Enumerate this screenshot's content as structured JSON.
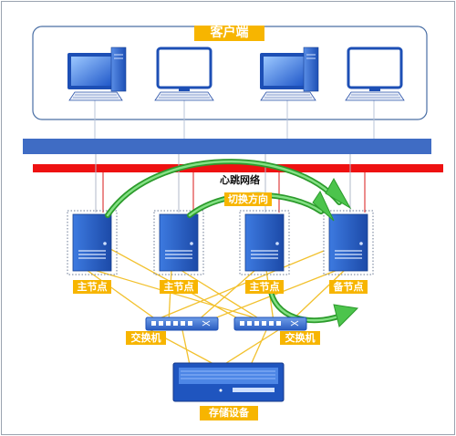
{
  "labels": {
    "client_area": "客户端",
    "heartbeat_network": "心跳网络",
    "switch_direction": "切换方向",
    "main_node": "主节点",
    "standby_node": "备节点",
    "switch": "交换机",
    "storage_device": "存储设备"
  },
  "colors": {
    "label_bg": "#f7b500",
    "label_text": "#ffffff",
    "client_bus": "#3f6cc4",
    "heartbeat_bus": "#ee1111",
    "fc_links": "#f2c12e",
    "failover_arrow": "#33bb33",
    "device_blue": "#2f67c9"
  },
  "icons": {
    "workstation": "desktop-computer-icon",
    "monitor": "monitor-icon",
    "server": "server-tower-icon",
    "switch": "network-switch-icon",
    "storage": "storage-array-icon"
  }
}
